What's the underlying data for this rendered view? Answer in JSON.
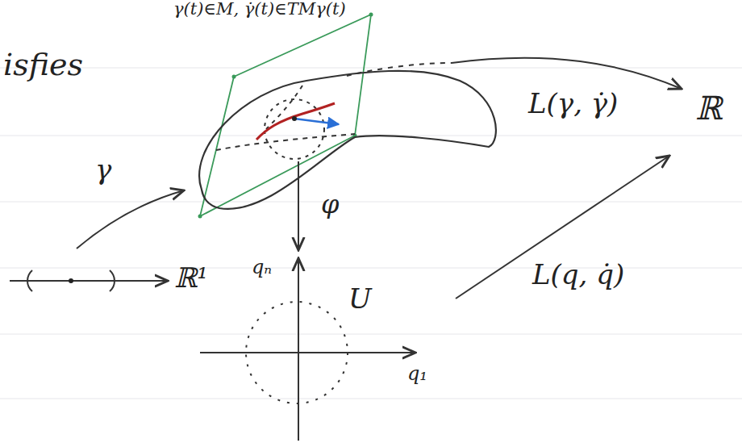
{
  "diagram": {
    "labels": [
      "γ(t)∈M, γ̇(t)∈TMγ(t)",
      "isfies",
      "L(γ, γ̇)",
      "ℝ",
      "γ",
      "φ",
      "ℝ¹",
      "qₙ",
      "U",
      "q₁",
      "L(q, q̇)"
    ]
  }
}
